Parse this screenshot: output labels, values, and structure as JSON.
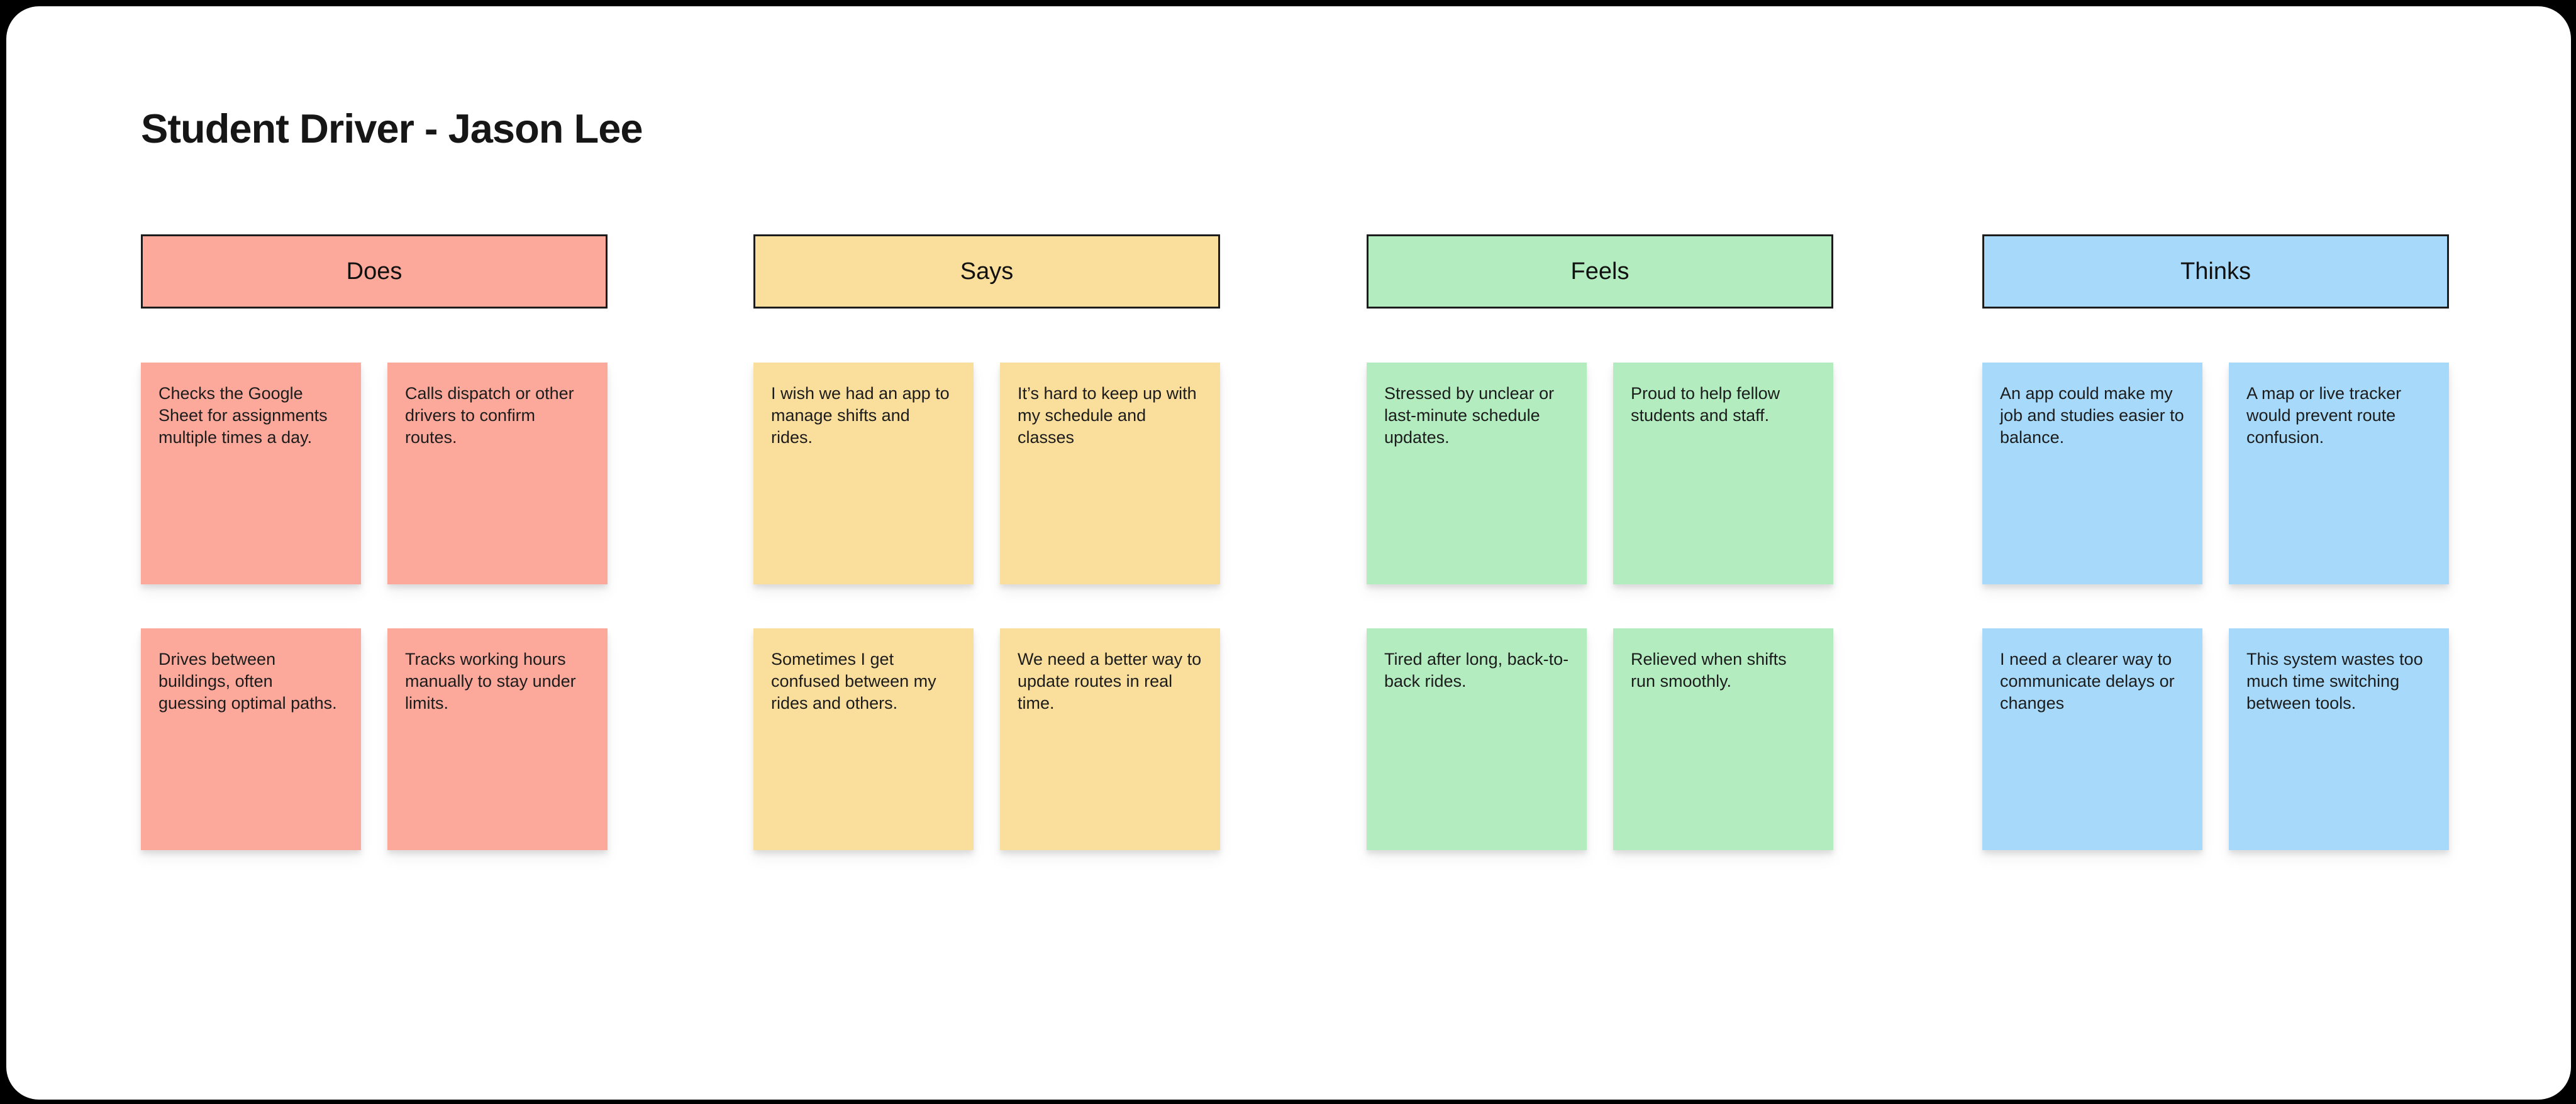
{
  "colors": {
    "outer_background": "#000000",
    "canvas_background": "#ffffff",
    "header_border": "#1c1c1c",
    "text": "#1c1c1c"
  },
  "board": {
    "title": "Student Driver - Jason Lee",
    "columns": [
      {
        "id": "does",
        "label": "Does",
        "color": "#FCA99B",
        "notes": [
          {
            "text": "Checks the Google Sheet for assignments multiple times a day."
          },
          {
            "text": "Calls dispatch or other drivers to confirm routes."
          },
          {
            "text": "Drives between buildings, often guessing optimal paths."
          },
          {
            "text": "Tracks working hours manually to stay under limits."
          }
        ]
      },
      {
        "id": "says",
        "label": "Says",
        "color": "#FADE9C",
        "notes": [
          {
            "text": "I wish we had an app to manage shifts and rides."
          },
          {
            "text": "It’s hard to keep up with my schedule and classes"
          },
          {
            "text": "Sometimes I get confused between my rides and others."
          },
          {
            "text": "We need a better way to update routes in real time."
          }
        ]
      },
      {
        "id": "feels",
        "label": "Feels",
        "color": "#B2ECBF",
        "notes": [
          {
            "text": "Stressed by unclear or last-minute schedule updates."
          },
          {
            "text": "Proud to help fellow students and staff."
          },
          {
            "text": "Tired after long, back-to-back rides."
          },
          {
            "text": "Relieved when shifts run smoothly."
          }
        ]
      },
      {
        "id": "thinks",
        "label": "Thinks",
        "color": "#A6D9FA",
        "notes": [
          {
            "text": "An app could make my job and studies easier to balance."
          },
          {
            "text": "A map or live tracker would prevent route confusion."
          },
          {
            "text": "I need a clearer way to communicate delays or changes"
          },
          {
            "text": "This system wastes too much time switching between tools."
          }
        ]
      }
    ]
  }
}
